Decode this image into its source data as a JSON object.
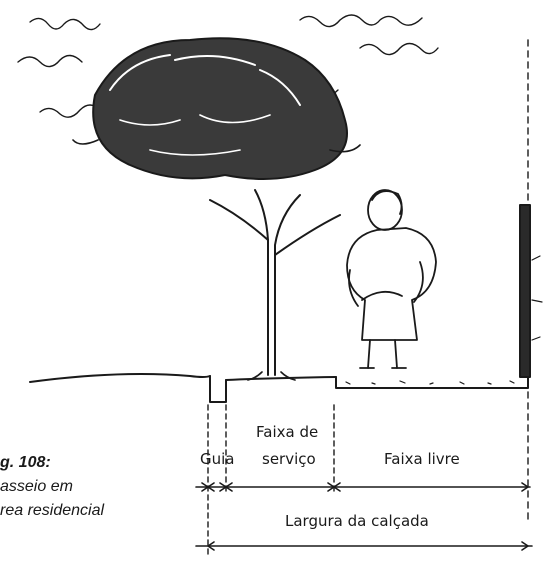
{
  "caption": {
    "title": "g. 108:",
    "line1": "asseio em",
    "line2": "rea residencial"
  },
  "dimension_labels": {
    "guia": "Guia",
    "faixa_servico_1": "Faixa de",
    "faixa_servico_2": "serviço",
    "faixa_livre": "Faixa livre",
    "largura": "Largura da calçada"
  },
  "colors": {
    "ink": "#1a1a1a",
    "background": "#ffffff"
  }
}
